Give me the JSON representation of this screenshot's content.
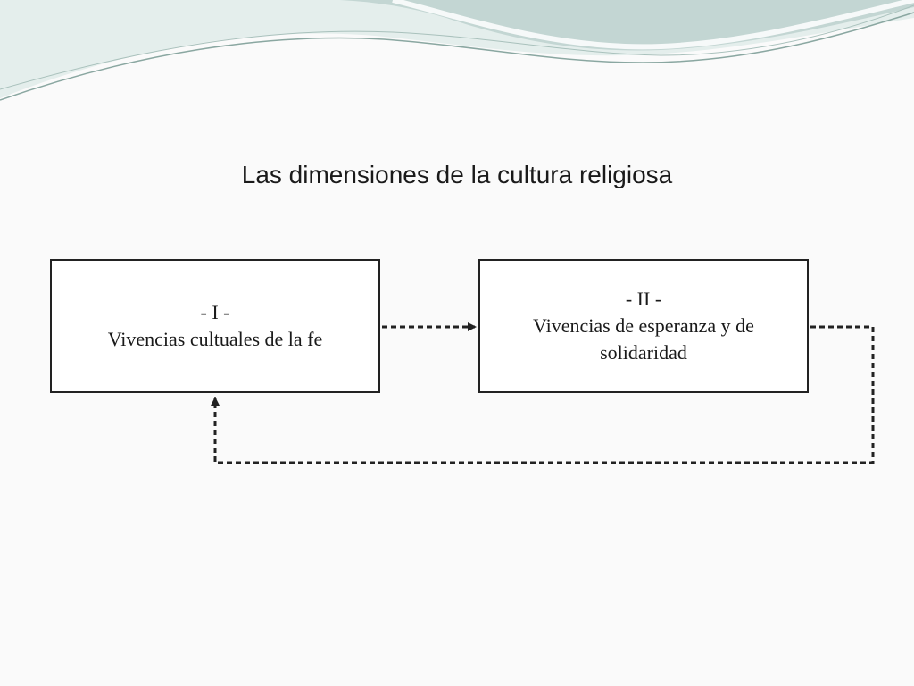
{
  "slide": {
    "title": "Las dimensiones de la cultura religiosa"
  },
  "diagram": {
    "boxes": [
      {
        "numeral": "- I -",
        "text": "Vivencias cultuales de la fe"
      },
      {
        "numeral": "- II -",
        "text": "Vivencias de esperanza y de solidaridad"
      }
    ],
    "connectors": [
      {
        "from": 0,
        "to": 1,
        "style": "dashed",
        "arrowhead": "filled-triangle"
      },
      {
        "from": 1,
        "to": 0,
        "style": "dashed",
        "arrowhead": "filled-triangle"
      }
    ]
  },
  "colors": {
    "background": "#fafafa",
    "banner_light": "#dfe9e7",
    "banner_mid": "#b9cfcc",
    "banner_line": "#7d9c96",
    "ink": "#222222"
  }
}
